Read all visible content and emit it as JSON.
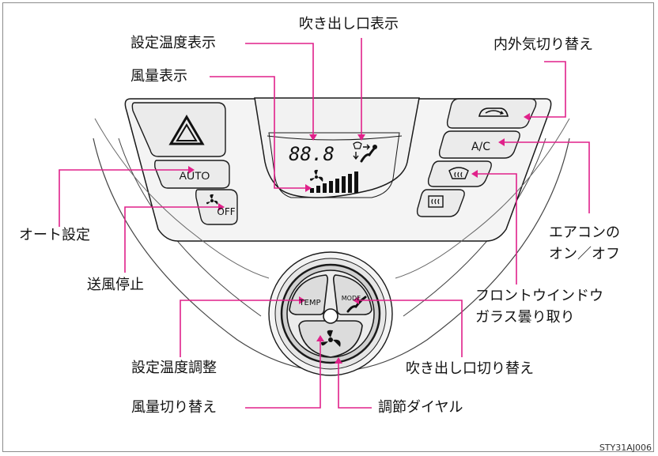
{
  "figure_id": "STY31AJ006",
  "callouts": {
    "set_temp_display": "設定温度表示",
    "outlet_display": "吹き出し口表示",
    "air_intake_switch": "内外気切り替え",
    "fan_display": "風量表示",
    "auto_setting": "オート設定",
    "ac_on_off_line1": "エアコンの",
    "ac_on_off_line2": "オン／オフ",
    "fan_stop": "送風停止",
    "front_defog_line1": "フロントウインドウ",
    "front_defog_line2": "ガラス曇り取り",
    "temp_adjust": "設定温度調整",
    "outlet_switch": "吹き出し口切り替え",
    "fan_switch": "風量切り替え",
    "dial": "調節ダイヤル"
  },
  "panel": {
    "temp_readout": "88.8",
    "auto_button": "AUTO",
    "off_button": "OFF",
    "ac_button": "A/C",
    "temp_knob": "TEMP",
    "mode_knob": "MODE"
  },
  "colors": {
    "leader": "#e0218a",
    "panel_line": "#1a1a1a",
    "panel_fill": "#ebebeb",
    "display_fill": "#d9d9d9"
  }
}
